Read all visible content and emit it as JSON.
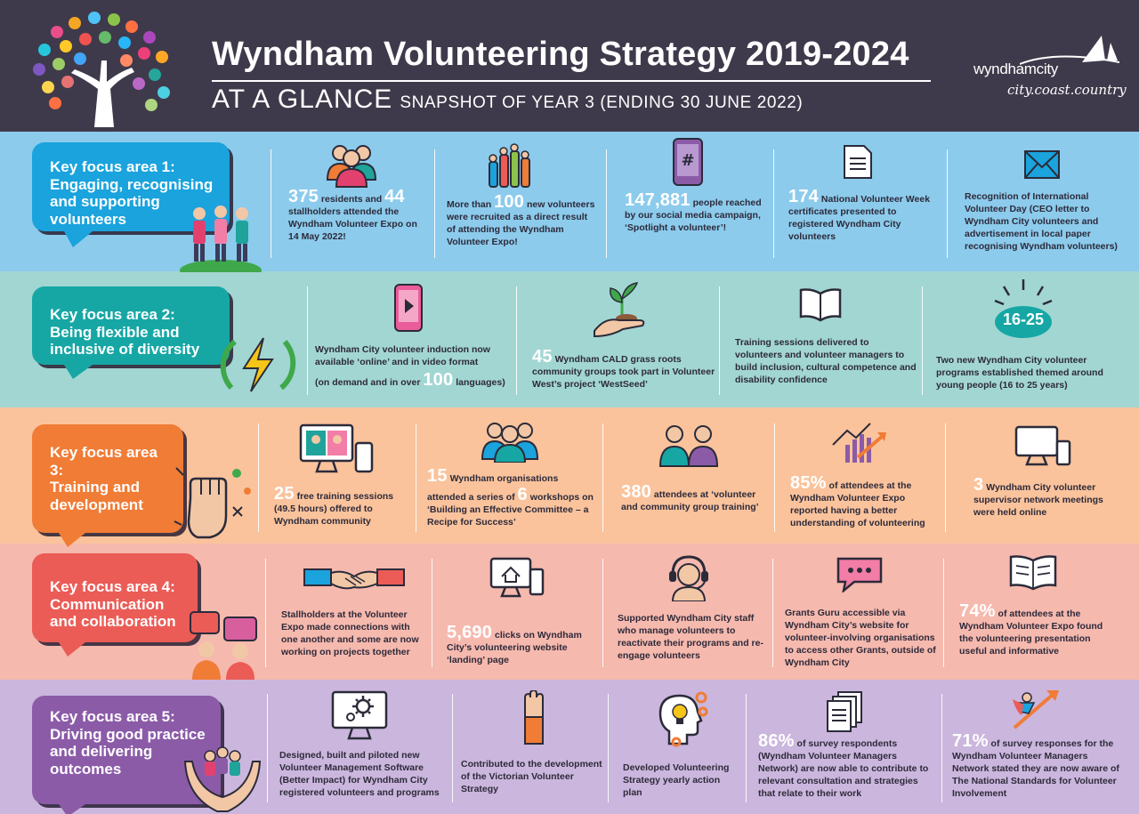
{
  "header": {
    "title": "Wyndham Volunteering Strategy 2019-2024",
    "glance": "AT A GLANCE",
    "snapshot": "SNAPSHOT OF YEAR 3 (ENDING 30 JUNE 2022)",
    "logo_name": "wyndhamcity",
    "logo_tagline": "city.coast.country"
  },
  "areas": [
    {
      "heading": "Key focus area 1:",
      "title": "Engaging, recognising and supporting volunteers",
      "color": "#1aa3dd",
      "stats": [
        {
          "n1": "375",
          "t1": " residents and ",
          "n2": "44",
          "t2": " stallholders attended the Wyndham Volunteer Expo on 14 May 2022!"
        },
        {
          "t0": "More than ",
          "n1": "100",
          "t1": " new volunteers were recruited as a direct result of attending the Wyndham Volunteer Expo!"
        },
        {
          "n1": "147,881",
          "t1": " people reached by our social media campaign, ‘Spotlight a volunteer’!"
        },
        {
          "n1": "174",
          "t1": " National Volunteer Week certificates presented to registered Wyndham City volunteers"
        },
        {
          "t1": "Recognition of International Volunteer Day (CEO letter to Wyndham City volunteers and advertisement in local paper recognising Wyndham volunteers)"
        }
      ]
    },
    {
      "heading": "Key focus area 2:",
      "title": "Being flexible and inclusive of diversity",
      "color": "#16a7a5",
      "stats": [
        {
          "t1": "Wyndham City volunteer induction now available ‘online’ and in video format",
          "t2": "(on demand and in over ",
          "n2": "100",
          "t3": " languages)"
        },
        {
          "n1": "45",
          "t1": " Wyndham CALD grass roots community groups took part in Volunteer West’s project ‘WestSeed’"
        },
        {
          "t1": "Training sessions delivered to volunteers and volunteer managers to build inclusion, cultural competence and disability confidence"
        },
        {
          "badge": "16-25",
          "t1": "Two new Wyndham City volunteer programs established themed around young people (16 to 25 years)"
        }
      ]
    },
    {
      "heading": "Key focus area 3:",
      "title": "Training and development",
      "color": "#f07c36",
      "stats": [
        {
          "n1": "25",
          "t1": " free training sessions (49.5 hours) offered to Wyndham community"
        },
        {
          "n1": "15",
          "t1": " Wyndham organisations",
          "t2": "attended a series of ",
          "n2": "6",
          "t3": " workshops on ‘Building an Effective Committee – a Recipe for Success’"
        },
        {
          "n1": "380",
          "t1": " attendees at ‘volunteer and community group training’"
        },
        {
          "n1": "85%",
          "t1": " of attendees at the Wyndham Volunteer Expo reported having a better understanding of volunteering"
        },
        {
          "n1": "3",
          "t1": " Wyndham City volunteer supervisor network meetings were held online"
        }
      ]
    },
    {
      "heading": "Key focus area 4:",
      "title": "Communication and collaboration",
      "color": "#eb5c57",
      "stats": [
        {
          "t1": "Stallholders at the Volunteer Expo made connections with one another and some are now working on projects together"
        },
        {
          "n1": "5,690",
          "t1": " clicks on Wyndham City’s volunteering website ‘landing’ page"
        },
        {
          "t1": "Supported Wyndham City staff who manage volunteers to reactivate their programs and re-engage volunteers"
        },
        {
          "t1": "Grants Guru accessible via Wyndham City’s website for volunteer-involving organisations to access other Grants, outside of Wyndham City"
        },
        {
          "n1": "74%",
          "t1": " of attendees at the Wyndham Volunteer Expo found the volunteering presentation useful and informative"
        }
      ]
    },
    {
      "heading": "Key focus area 5:",
      "title": "Driving good practice and delivering outcomes",
      "color": "#8b5ba8",
      "stats": [
        {
          "t1": "Designed, built and piloted new Volunteer Management Software (Better Impact) for Wyndham City registered volunteers and programs"
        },
        {
          "t1": "Contributed to the development of the Victorian Volunteer Strategy"
        },
        {
          "t1": "Developed Volunteering Strategy yearly action plan"
        },
        {
          "n1": "86%",
          "t1": " of survey respondents (Wyndham Volunteer Managers Network) are now able to contribute to relevant consultation and strategies that relate to their work"
        },
        {
          "n1": "71%",
          "t1": " of survey responses for the Wyndham Volunteer Managers Network stated they are now aware of The National Standards for Volunteer Involvement"
        }
      ]
    }
  ]
}
